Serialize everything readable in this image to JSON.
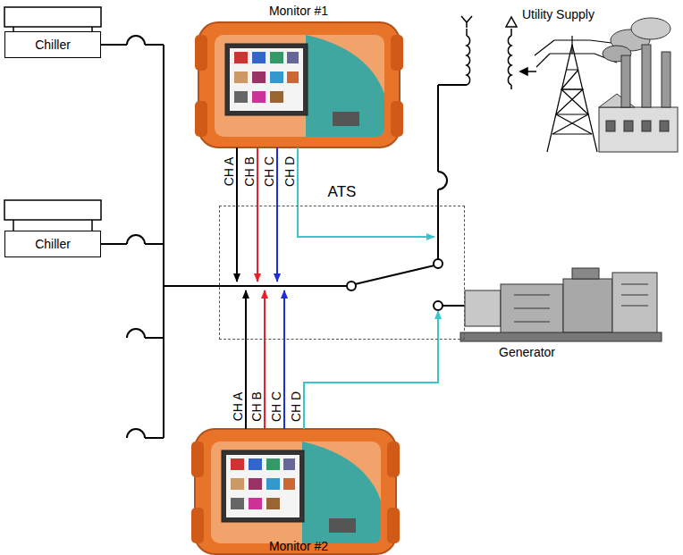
{
  "diagram": {
    "nodes": [
      {
        "text": [
          "Chiller"
        ]
      },
      {
        "text": [
          "Chiller"
        ]
      },
      {
        "text": [
          "Monitor #1"
        ]
      },
      {
        "text": [
          "ATS"
        ]
      },
      {
        "text": [
          "Monitor #2"
        ]
      }
    ],
    "edges": [
      {
        "from": 2,
        "to": 3,
        "arrow": "to",
        "label": "CH A"
      },
      {
        "from": 2,
        "to": 3,
        "arrow": "to",
        "label": "CH B"
      },
      {
        "from": 2,
        "to": 3,
        "arrow": "to",
        "label": "CH C"
      },
      {
        "from": 2,
        "to": 3,
        "arrow": "to",
        "label": "CH D"
      },
      {
        "from": 4,
        "to": 3,
        "arrow": "to",
        "label": "CH A"
      },
      {
        "from": 4,
        "to": 3,
        "arrow": "to",
        "label": "CH B"
      },
      {
        "from": 4,
        "to": 3,
        "arrow": "to",
        "label": "CH C"
      },
      {
        "from": 4,
        "to": 3,
        "arrow": "to",
        "label": "CH D"
      }
    ],
    "labels": [
      "Utility Supply",
      "Generator"
    ]
  }
}
